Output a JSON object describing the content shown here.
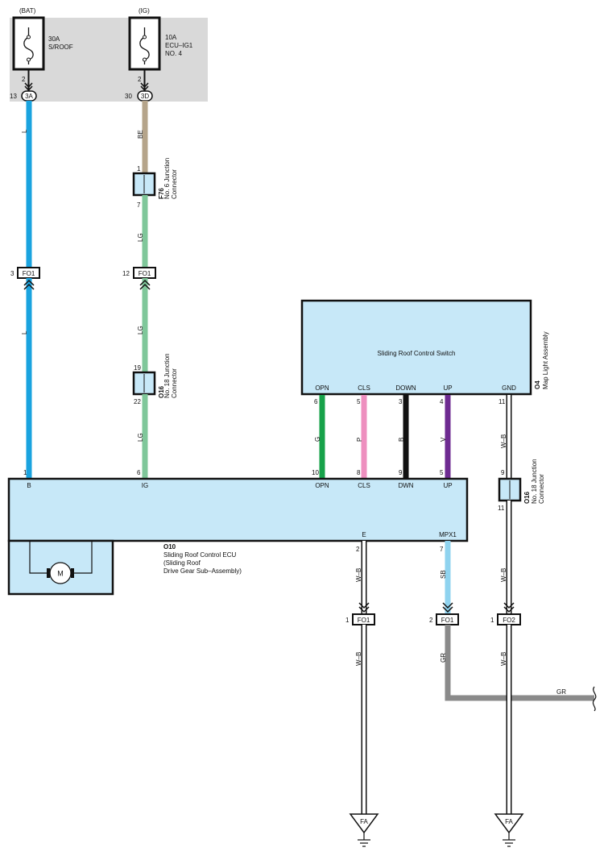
{
  "fuse_box": {
    "bat_label": "(BAT)",
    "ig_label": "(IG)",
    "fuse1": {
      "amps": "30A",
      "name": "S/ROOF"
    },
    "fuse2": {
      "amps": "10A",
      "name_line1": "ECU–IG1",
      "name_line2": "NO. 4"
    },
    "fuse1_pin": "2",
    "fuse2_pin": "2",
    "conn1": {
      "pin": "13",
      "id": "3A"
    },
    "conn2": {
      "pin": "30",
      "id": "3D"
    }
  },
  "wire_colors": {
    "L": "#1aa3df",
    "BE": "#b5a48a",
    "LG": "#7fc79a",
    "G": "#17a24a",
    "P": "#ee8fbf",
    "B": "#111111",
    "V": "#6e2b91",
    "SB": "#8fd3ef",
    "GR": "#8a8a8a",
    "W-B": "#ffffff",
    "box_fill": "#c7e8f8",
    "fuse_bg": "#d9d9d9"
  },
  "wires": {
    "w_L1": "L",
    "w_L2": "L",
    "w_BE": "BE",
    "w_LG1": "LG",
    "w_LG2": "LG",
    "w_LG3": "LG",
    "w_G": "G",
    "w_P": "P",
    "w_B": "B",
    "w_V": "V",
    "w_WB_gnd": "W–B",
    "w_WB_e": "W–B",
    "w_SB": "SB",
    "w_WB_e2": "W–B",
    "w_GR": "GR",
    "w_WB_r": "W–B",
    "w_WB_r2": "W–B",
    "w_GR_h": "GR"
  },
  "f76": {
    "pin_top": "1",
    "pin_bottom": "7",
    "code": "F76",
    "line1": "No. 6 Junction",
    "line2": "Connector"
  },
  "fo1_left": {
    "pin": "3",
    "name": "FO1"
  },
  "fo1_mid": {
    "pin": "12",
    "name": "FO1"
  },
  "o16_left": {
    "pin_top": "19",
    "pin_bottom": "22",
    "code": "O16",
    "line1": "No. 18 Junction",
    "line2": "Connector"
  },
  "o16_right": {
    "pin_top": "9",
    "pin_bottom": "11",
    "code": "O16",
    "line1": "No. 18 Junction",
    "line2": "Connector"
  },
  "switch": {
    "title": "Sliding Roof Control Switch",
    "code": "O4",
    "assembly": "Map Light Assembly",
    "terminals": [
      {
        "name": "OPN",
        "pin": "6"
      },
      {
        "name": "CLS",
        "pin": "5"
      },
      {
        "name": "DOWN",
        "pin": "3"
      },
      {
        "name": "UP",
        "pin": "4"
      },
      {
        "name": "GND",
        "pin": "11"
      }
    ]
  },
  "ecu": {
    "code": "O10",
    "name_line1": "Sliding Roof Control ECU",
    "name_line2": "(Sliding Roof",
    "name_line3": "Drive Gear Sub–Assembly)",
    "motor": "M",
    "terminals": [
      {
        "name": "B",
        "pin": "1"
      },
      {
        "name": "IG",
        "pin": "6"
      },
      {
        "name": "OPN",
        "pin": "10"
      },
      {
        "name": "CLS",
        "pin": "8"
      },
      {
        "name": "DWN",
        "pin": "9"
      },
      {
        "name": "UP",
        "pin": "5"
      }
    ],
    "bottom_terminals": [
      {
        "name": "E",
        "pin": "2"
      },
      {
        "name": "MPX1",
        "pin": "7"
      }
    ]
  },
  "bottom_connectors": [
    {
      "pin": "1",
      "name": "FO1"
    },
    {
      "pin": "2",
      "name": "FO1"
    },
    {
      "pin": "1",
      "name": "FO2"
    }
  ],
  "grounds": [
    "FA",
    "FA"
  ]
}
